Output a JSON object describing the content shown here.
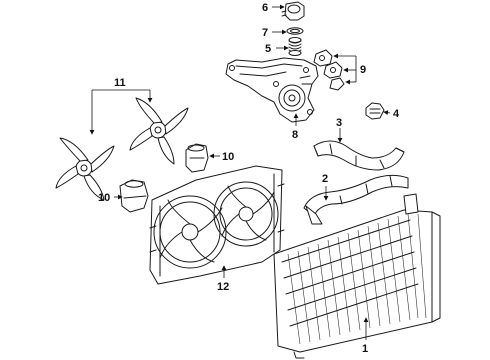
{
  "callouts": [
    {
      "id": "c1",
      "text": "1"
    },
    {
      "id": "c2",
      "text": "2"
    },
    {
      "id": "c3",
      "text": "3"
    },
    {
      "id": "c4",
      "text": "4"
    },
    {
      "id": "c5",
      "text": "5"
    },
    {
      "id": "c6",
      "text": "6"
    },
    {
      "id": "c7",
      "text": "7"
    },
    {
      "id": "c8",
      "text": "8"
    },
    {
      "id": "c9",
      "text": "9"
    },
    {
      "id": "c10a",
      "text": "10"
    },
    {
      "id": "c10b",
      "text": "10"
    },
    {
      "id": "c11",
      "text": "11"
    },
    {
      "id": "c12",
      "text": "12"
    }
  ],
  "colors": {
    "ink": "#1a1a1a",
    "background": "#ffffff"
  }
}
